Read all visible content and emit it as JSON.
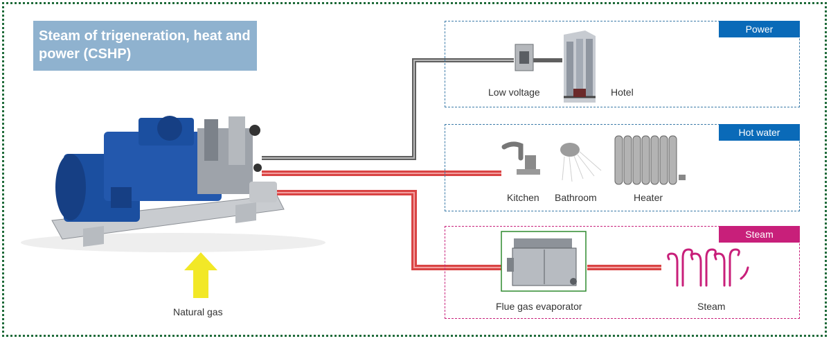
{
  "title": "Steam of trigeneration, heat and power (CSHP)",
  "input": {
    "label": "Natural gas",
    "arrow_color": "#f2e827"
  },
  "panels": {
    "power": {
      "tag": "Power",
      "tag_color": "#0a6ab8",
      "border_color": "#3a7aa8",
      "items": {
        "low_voltage": "Low voltage",
        "hotel": "Hotel"
      }
    },
    "hot_water": {
      "tag": "Hot water",
      "tag_color": "#0a6ab8",
      "border_color": "#3a7aa8",
      "items": {
        "kitchen": "Kitchen",
        "bathroom": "Bathroom",
        "heater": "Heater"
      }
    },
    "steam": {
      "tag": "Steam",
      "tag_color": "#c81f7a",
      "border_color": "#c81f7a",
      "items": {
        "evaporator": "Flue gas evaporator",
        "steam": "Steam"
      }
    }
  },
  "colors": {
    "frame": "#1f6b3a",
    "power_line": "#6e6e6e",
    "hot_line": "#e35252",
    "engine_blue": "#1b4fa0",
    "steam_icon": "#c81f7a"
  }
}
